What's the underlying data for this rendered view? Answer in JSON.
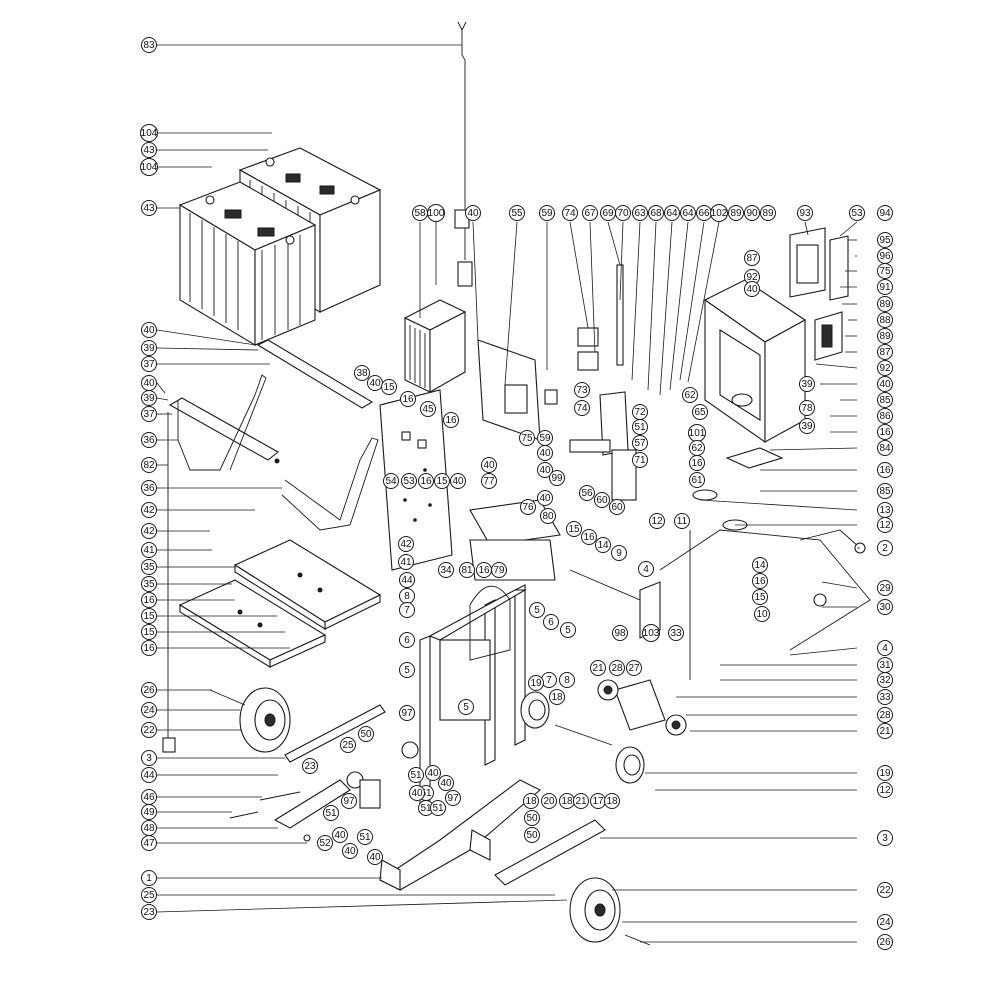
{
  "callouts": [
    {
      "id": "c83",
      "label": "83"
    },
    {
      "id": "c104a",
      "label": "104"
    },
    {
      "id": "c43a",
      "label": "43"
    },
    {
      "id": "c104b",
      "label": "104"
    },
    {
      "id": "c43b",
      "label": "43"
    },
    {
      "id": "c40a",
      "label": "40"
    },
    {
      "id": "c39a",
      "label": "39"
    },
    {
      "id": "c37a",
      "label": "37"
    },
    {
      "id": "c40b",
      "label": "40"
    },
    {
      "id": "c39b",
      "label": "39"
    },
    {
      "id": "c37b",
      "label": "37"
    },
    {
      "id": "c36a",
      "label": "36"
    },
    {
      "id": "c82",
      "label": "82"
    },
    {
      "id": "c36b",
      "label": "36"
    },
    {
      "id": "c42a",
      "label": "42"
    },
    {
      "id": "c42b",
      "label": "42"
    },
    {
      "id": "c41a",
      "label": "41"
    },
    {
      "id": "c35a",
      "label": "35"
    },
    {
      "id": "c35b",
      "label": "35"
    },
    {
      "id": "c16a",
      "label": "16"
    },
    {
      "id": "c15a",
      "label": "15"
    },
    {
      "id": "c15b",
      "label": "15"
    },
    {
      "id": "c16b",
      "label": "16"
    },
    {
      "id": "c26a",
      "label": "26"
    },
    {
      "id": "c24a",
      "label": "24"
    },
    {
      "id": "c22a",
      "label": "22"
    },
    {
      "id": "c3a",
      "label": "3"
    },
    {
      "id": "c44a",
      "label": "44"
    },
    {
      "id": "c46",
      "label": "46"
    },
    {
      "id": "c49",
      "label": "49"
    },
    {
      "id": "c48",
      "label": "48"
    },
    {
      "id": "c47",
      "label": "47"
    },
    {
      "id": "c1",
      "label": "1"
    },
    {
      "id": "c25a",
      "label": "25"
    },
    {
      "id": "c23a",
      "label": "23"
    },
    {
      "id": "c58",
      "label": "58"
    },
    {
      "id": "c100",
      "label": "100"
    },
    {
      "id": "c40c",
      "label": "40"
    },
    {
      "id": "c55",
      "label": "55"
    },
    {
      "id": "c59a",
      "label": "59"
    },
    {
      "id": "c74a",
      "label": "74"
    },
    {
      "id": "c67",
      "label": "67"
    },
    {
      "id": "c69",
      "label": "69"
    },
    {
      "id": "c70",
      "label": "70"
    },
    {
      "id": "c63",
      "label": "63"
    },
    {
      "id": "c68",
      "label": "68"
    },
    {
      "id": "c64a",
      "label": "64"
    },
    {
      "id": "c64b",
      "label": "64"
    },
    {
      "id": "c66",
      "label": "66"
    },
    {
      "id": "c102",
      "label": "102"
    },
    {
      "id": "c89a",
      "label": "89"
    },
    {
      "id": "c90",
      "label": "90"
    },
    {
      "id": "c89b",
      "label": "89"
    },
    {
      "id": "c93",
      "label": "93"
    },
    {
      "id": "c53",
      "label": "53"
    },
    {
      "id": "c94",
      "label": "94"
    },
    {
      "id": "c95",
      "label": "95"
    },
    {
      "id": "c96",
      "label": "96"
    },
    {
      "id": "c75a",
      "label": "75"
    },
    {
      "id": "c91",
      "label": "91"
    },
    {
      "id": "c89c",
      "label": "89"
    },
    {
      "id": "c88",
      "label": "88"
    },
    {
      "id": "c89d",
      "label": "89"
    },
    {
      "id": "c87a",
      "label": "87"
    },
    {
      "id": "c92a",
      "label": "92"
    },
    {
      "id": "c40d",
      "label": "40"
    },
    {
      "id": "c85a",
      "label": "85"
    },
    {
      "id": "c86",
      "label": "86"
    },
    {
      "id": "c16c",
      "label": "16"
    },
    {
      "id": "c84",
      "label": "84"
    },
    {
      "id": "c16d",
      "label": "16"
    },
    {
      "id": "c85b",
      "label": "85"
    },
    {
      "id": "c13",
      "label": "13"
    },
    {
      "id": "c12a",
      "label": "12"
    },
    {
      "id": "c2",
      "label": "2"
    },
    {
      "id": "c29",
      "label": "29"
    },
    {
      "id": "c30",
      "label": "30"
    },
    {
      "id": "c10",
      "label": "10"
    },
    {
      "id": "c4a",
      "label": "4"
    },
    {
      "id": "c31",
      "label": "31"
    },
    {
      "id": "c32",
      "label": "32"
    },
    {
      "id": "c33a",
      "label": "33"
    },
    {
      "id": "c28a",
      "label": "28"
    },
    {
      "id": "c21a",
      "label": "21"
    },
    {
      "id": "c19a",
      "label": "19"
    },
    {
      "id": "c12b",
      "label": "12"
    },
    {
      "id": "c3b",
      "label": "3"
    },
    {
      "id": "c22b",
      "label": "22"
    },
    {
      "id": "c24b",
      "label": "24"
    },
    {
      "id": "c26b",
      "label": "26"
    },
    {
      "id": "c87b",
      "label": "87"
    },
    {
      "id": "c92b",
      "label": "92"
    },
    {
      "id": "c40e",
      "label": "40"
    },
    {
      "id": "c78",
      "label": "78"
    },
    {
      "id": "c39c",
      "label": "39"
    },
    {
      "id": "c39d",
      "label": "39"
    },
    {
      "id": "c62a",
      "label": "62"
    },
    {
      "id": "c65",
      "label": "65"
    },
    {
      "id": "c101",
      "label": "101"
    },
    {
      "id": "c62b",
      "label": "62"
    },
    {
      "id": "c16e",
      "label": "16"
    },
    {
      "id": "c61",
      "label": "61"
    },
    {
      "id": "c72",
      "label": "72"
    },
    {
      "id": "c73",
      "label": "73"
    },
    {
      "id": "c74b",
      "label": "74"
    },
    {
      "id": "c75b",
      "label": "75"
    },
    {
      "id": "c59b",
      "label": "59"
    },
    {
      "id": "c51a",
      "label": "51"
    },
    {
      "id": "c57",
      "label": "57"
    },
    {
      "id": "c71",
      "label": "71"
    },
    {
      "id": "c40f",
      "label": "40"
    },
    {
      "id": "c40g",
      "label": "40"
    },
    {
      "id": "c99",
      "label": "99"
    },
    {
      "id": "c40h",
      "label": "40"
    },
    {
      "id": "c56",
      "label": "56"
    },
    {
      "id": "c60a",
      "label": "60"
    },
    {
      "id": "c60b",
      "label": "60"
    },
    {
      "id": "c77",
      "label": "77"
    },
    {
      "id": "c76",
      "label": "76"
    },
    {
      "id": "c80",
      "label": "80"
    },
    {
      "id": "c12c",
      "label": "12"
    },
    {
      "id": "c11",
      "label": "11"
    },
    {
      "id": "c15c",
      "label": "15"
    },
    {
      "id": "c16f",
      "label": "16"
    },
    {
      "id": "c14a",
      "label": "14"
    },
    {
      "id": "c9",
      "label": "9"
    },
    {
      "id": "c38",
      "label": "38"
    },
    {
      "id": "c40i",
      "label": "40"
    },
    {
      "id": "c15d",
      "label": "15"
    },
    {
      "id": "c16g",
      "label": "16"
    },
    {
      "id": "c45",
      "label": "45"
    },
    {
      "id": "c16h",
      "label": "16"
    },
    {
      "id": "c54",
      "label": "54"
    },
    {
      "id": "c53b",
      "label": "53"
    },
    {
      "id": "c16i",
      "label": "16"
    },
    {
      "id": "c15e",
      "label": "15"
    },
    {
      "id": "c40j",
      "label": "40"
    },
    {
      "id": "c40k",
      "label": "40"
    },
    {
      "id": "c34",
      "label": "34"
    },
    {
      "id": "c81",
      "label": "81"
    },
    {
      "id": "c16j",
      "label": "16"
    },
    {
      "id": "c79",
      "label": "79"
    },
    {
      "id": "c42c",
      "label": "42"
    },
    {
      "id": "c41b",
      "label": "41"
    },
    {
      "id": "c44b",
      "label": "44"
    },
    {
      "id": "c8a",
      "label": "8"
    },
    {
      "id": "c7a",
      "label": "7"
    },
    {
      "id": "c6a",
      "label": "6"
    },
    {
      "id": "c5a",
      "label": "5"
    },
    {
      "id": "c6b",
      "label": "6"
    },
    {
      "id": "c5b",
      "label": "5"
    },
    {
      "id": "c5c",
      "label": "5"
    },
    {
      "id": "c5d",
      "label": "5"
    },
    {
      "id": "c4b",
      "label": "4"
    },
    {
      "id": "c14b",
      "label": "14"
    },
    {
      "id": "c16k",
      "label": "16"
    },
    {
      "id": "c15f",
      "label": "15"
    },
    {
      "id": "c98",
      "label": "98"
    },
    {
      "id": "c103",
      "label": "103"
    },
    {
      "id": "c33b",
      "label": "33"
    },
    {
      "id": "c7b",
      "label": "7"
    },
    {
      "id": "c8b",
      "label": "8"
    },
    {
      "id": "c19b",
      "label": "19"
    },
    {
      "id": "c18a",
      "label": "18"
    },
    {
      "id": "c21b",
      "label": "21"
    },
    {
      "id": "c28b",
      "label": "28"
    },
    {
      "id": "c27",
      "label": "27"
    },
    {
      "id": "c97a",
      "label": "97"
    },
    {
      "id": "c50a",
      "label": "50"
    },
    {
      "id": "c25b",
      "label": "25"
    },
    {
      "id": "c23b",
      "label": "23"
    },
    {
      "id": "c51b",
      "label": "51"
    },
    {
      "id": "c40l",
      "label": "40"
    },
    {
      "id": "c40m",
      "label": "40"
    },
    {
      "id": "c97b",
      "label": "97"
    },
    {
      "id": "c51c",
      "label": "51"
    },
    {
      "id": "c51d",
      "label": "51"
    },
    {
      "id": "c40n",
      "label": "40"
    },
    {
      "id": "c51e",
      "label": "51"
    },
    {
      "id": "c52",
      "label": "52"
    },
    {
      "id": "c40o",
      "label": "40"
    },
    {
      "id": "c40p",
      "label": "40"
    },
    {
      "id": "c51f",
      "label": "51"
    },
    {
      "id": "c40q",
      "label": "40"
    },
    {
      "id": "c97c",
      "label": "97"
    },
    {
      "id": "c51g",
      "label": "51"
    },
    {
      "id": "c50b",
      "label": "50"
    },
    {
      "id": "c50c",
      "label": "50"
    },
    {
      "id": "c18b",
      "label": "18"
    },
    {
      "id": "c20",
      "label": "20"
    },
    {
      "id": "c18c",
      "label": "18"
    },
    {
      "id": "c21c",
      "label": "21"
    },
    {
      "id": "c17",
      "label": "17"
    },
    {
      "id": "c18d",
      "label": "18"
    }
  ]
}
